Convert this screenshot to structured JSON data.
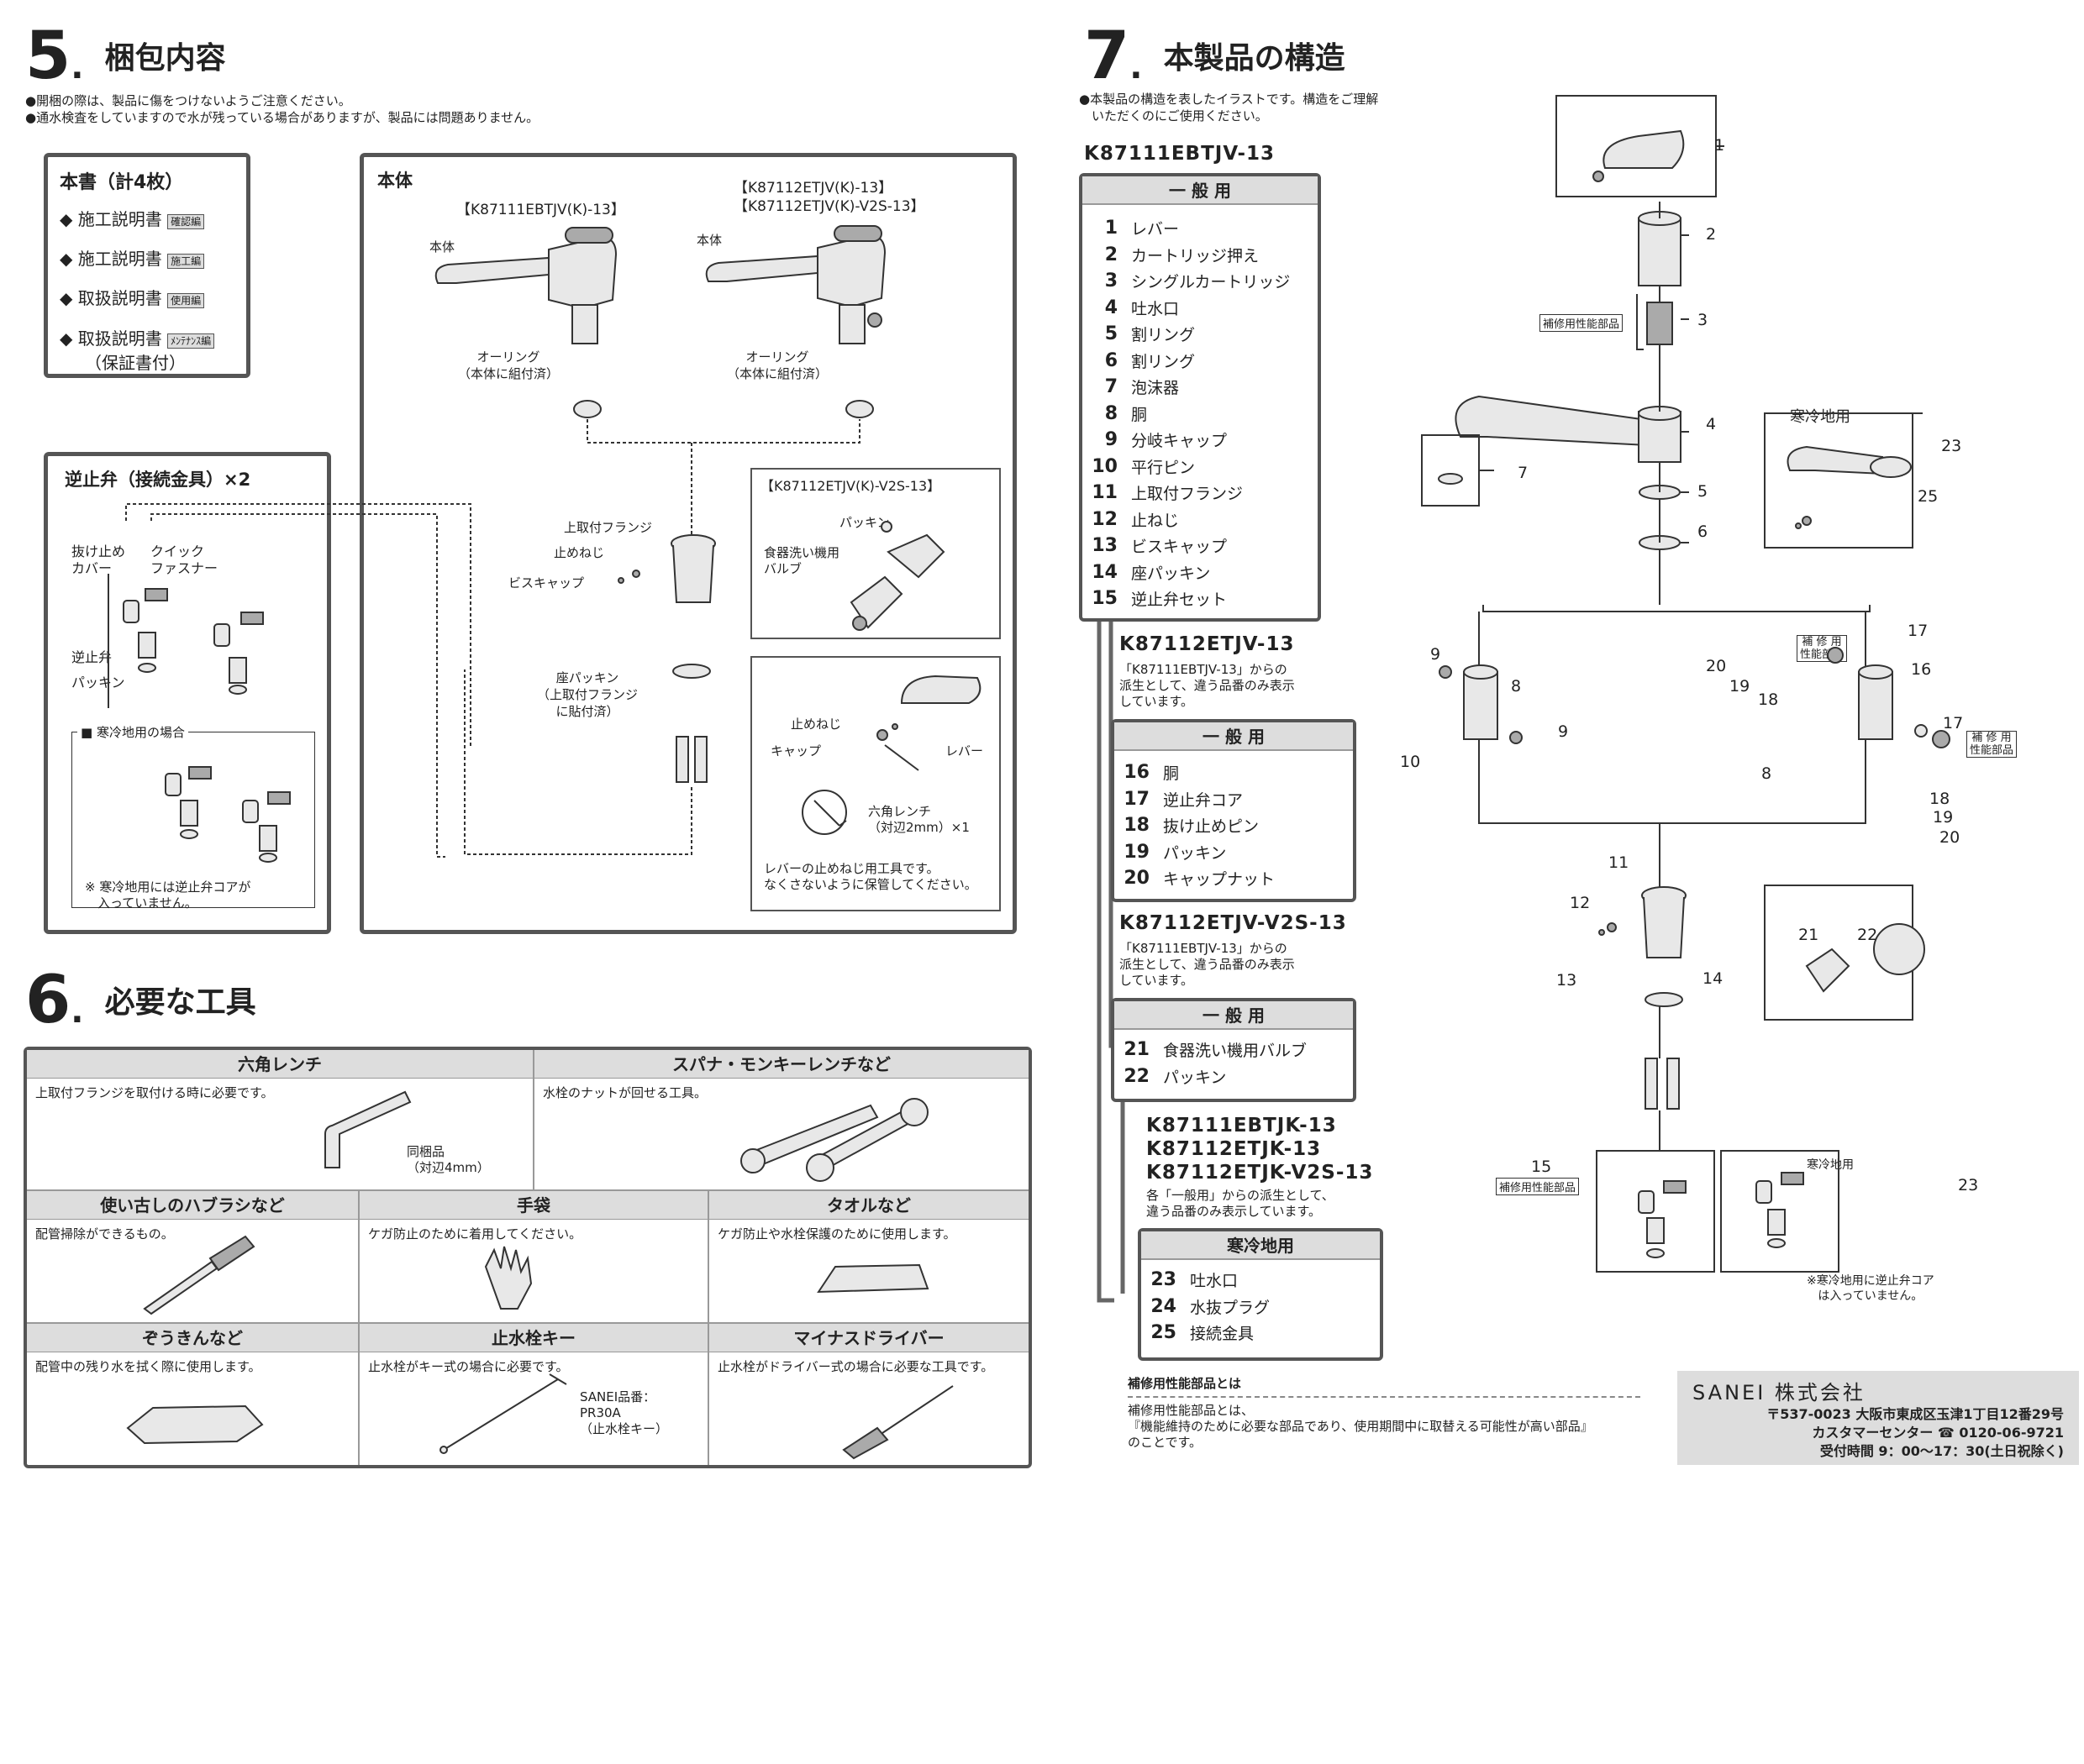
{
  "s5": {
    "num": "5",
    "dot": ".",
    "title": "梱包内容",
    "notes": [
      "●開梱の際は、製品に傷をつけないようご注意ください。",
      "●通水検査をしていますので水が残っている場合がありますが、製品には問題ありません。"
    ],
    "docs": {
      "title": "本書（計4枚）",
      "items": [
        {
          "label": "◆ 施工説明書",
          "tag": "確認編"
        },
        {
          "label": "◆ 施工説明書",
          "tag": "施工編"
        },
        {
          "label": "◆ 取扱説明書",
          "tag": "使用編"
        },
        {
          "label": "◆ 取扱説明書",
          "tag": "ﾒﾝﾃﾅﾝｽ編"
        }
      ],
      "sub": "（保証書付）"
    },
    "valve": {
      "title": "逆止弁（接続金具）×2",
      "cover": "抜け止め\nカバー",
      "quick": "クイック\nファスナー",
      "check": "逆止弁",
      "packing": "パッキン",
      "cold": "■ 寒冷地用の場合",
      "note": "※ 寒冷地用には逆止弁コアが\n　入っていません。"
    },
    "body": {
      "title": "本体",
      "model_a": "【K87111EBTJV(K)-13】",
      "model_b": "【K87112ETJV(K)-13】\n【K87112ETJV(K)-V2S-13】",
      "hontai": "本体",
      "oring": "オーリング\n（本体に組付済）",
      "flange": "上取付フランジ",
      "screw": "止めねじ",
      "biscap": "ビスキャップ",
      "zapack": "座パッキン\n（上取付フランジ\nに貼付済）",
      "v2s": "【K87112ETJV(K)-V2S-13】",
      "packing": "パッキン",
      "dishvalve": "食器洗い機用\nバルブ",
      "lever_screw": "止めねじ",
      "lever_cap": "キャップ",
      "lever": "レバー",
      "hexw": "六角レンチ\n（対辺2mm）×1",
      "lever_note": "レバーの止めねじ用工具です。\nなくさないように保管してください。"
    }
  },
  "s6": {
    "num": "6",
    "dot": ".",
    "title": "必要な工具",
    "tools": [
      {
        "h": "六角レンチ",
        "d": "上取付フランジを取付ける時に必要です。",
        "x": "同梱品\n（対辺4mm）"
      },
      {
        "h": "スパナ・モンキーレンチなど",
        "d": "水栓のナットが回せる工具。",
        "x": ""
      },
      {
        "h": "使い古しのハブラシなど",
        "d": "配管掃除ができるもの。",
        "x": ""
      },
      {
        "h": "手袋",
        "d": "ケガ防止のために着用してください。",
        "x": ""
      },
      {
        "h": "タオルなど",
        "d": "ケガ防止や水栓保護のために使用します。",
        "x": ""
      },
      {
        "h": "ぞうきんなど",
        "d": "配管中の残り水を拭く際に使用します。",
        "x": ""
      },
      {
        "h": "止水栓キー",
        "d": "止水栓がキー式の場合に必要です。",
        "x": "SANEI品番：\nPR30A\n（止水栓キー）"
      },
      {
        "h": "マイナスドライバー",
        "d": "止水栓がドライバー式の場合に必要な工具です。",
        "x": ""
      }
    ]
  },
  "s7": {
    "num": "7",
    "dot": ".",
    "title": "本製品の構造",
    "notes": "●本製品の構造を表したイラストです。構造をご理解\n　いただくのにご使用ください。",
    "m1": "K87111EBTJV-13",
    "g1h": "一 般 用",
    "g1": [
      [
        "1",
        "レバー"
      ],
      [
        "2",
        "カートリッジ押え"
      ],
      [
        "3",
        "シングルカートリッジ"
      ],
      [
        "4",
        "吐水口"
      ],
      [
        "5",
        "割リング"
      ],
      [
        "6",
        "割リング"
      ],
      [
        "7",
        "泡沫器"
      ],
      [
        "8",
        "胴"
      ],
      [
        "9",
        "分岐キャップ"
      ],
      [
        "10",
        "平行ピン"
      ],
      [
        "11",
        "上取付フランジ"
      ],
      [
        "12",
        "止ねじ"
      ],
      [
        "13",
        "ビスキャップ"
      ],
      [
        "14",
        "座パッキン"
      ],
      [
        "15",
        "逆止弁セット"
      ]
    ],
    "m2": "K87112ETJV-13",
    "m2c": "「K87111EBTJV-13」からの\n派生として、違う品番のみ表示\nしています。",
    "g2h": "一 般 用",
    "g2": [
      [
        "16",
        "胴"
      ],
      [
        "17",
        "逆止弁コア"
      ],
      [
        "18",
        "抜け止めピン"
      ],
      [
        "19",
        "パッキン"
      ],
      [
        "20",
        "キャップナット"
      ]
    ],
    "m3": "K87112ETJV-V2S-13",
    "m3c": "「K87111EBTJV-13」からの\n派生として、違う品番のみ表示\nしています。",
    "g3h": "一 般 用",
    "g3": [
      [
        "21",
        "食器洗い機用バルブ"
      ],
      [
        "22",
        "パッキン"
      ]
    ],
    "m4": "K87111EBTJK-13\nK87112ETJK-13\nK87112ETJK-V2S-13",
    "m4c": "各「一般用」からの派生として、\n違う品番のみ表示しています。",
    "g4h": "寒冷地用",
    "g4": [
      [
        "23",
        "吐水口"
      ],
      [
        "24",
        "水抜プラグ"
      ],
      [
        "25",
        "接続金具"
      ]
    ],
    "rep_t": "補修用性能部品とは",
    "rep_d": "補修用性能部品とは、\n『機能維持のために必要な部品であり、使用期間中に取替える可能性が高い部品』\nのことです。",
    "tag_rep": "補修用性能部品",
    "tag_rep2": "補 修 用\n性能部品",
    "cold": "寒冷地用",
    "cold_note": "※寒冷地用に逆止弁コア\nは入っていません。",
    "nums": [
      "1",
      "2",
      "3",
      "4",
      "5",
      "6",
      "7",
      "23",
      "25",
      "9",
      "8",
      "9",
      "10",
      "17",
      "20",
      "19",
      "18",
      "16",
      "8",
      "17",
      "18",
      "19",
      "20",
      "11",
      "12",
      "13",
      "14",
      "21",
      "22",
      "15",
      "23"
    ]
  },
  "company": {
    "name": "SANEI 株式会社",
    "addr": "〒537-0023  大阪市東成区玉津1丁目12番29号",
    "tel": "カスタマーセンター ☎ 0120-06-9721",
    "hours": "受付時間 9：00〜17：30(土日祝除く)"
  }
}
